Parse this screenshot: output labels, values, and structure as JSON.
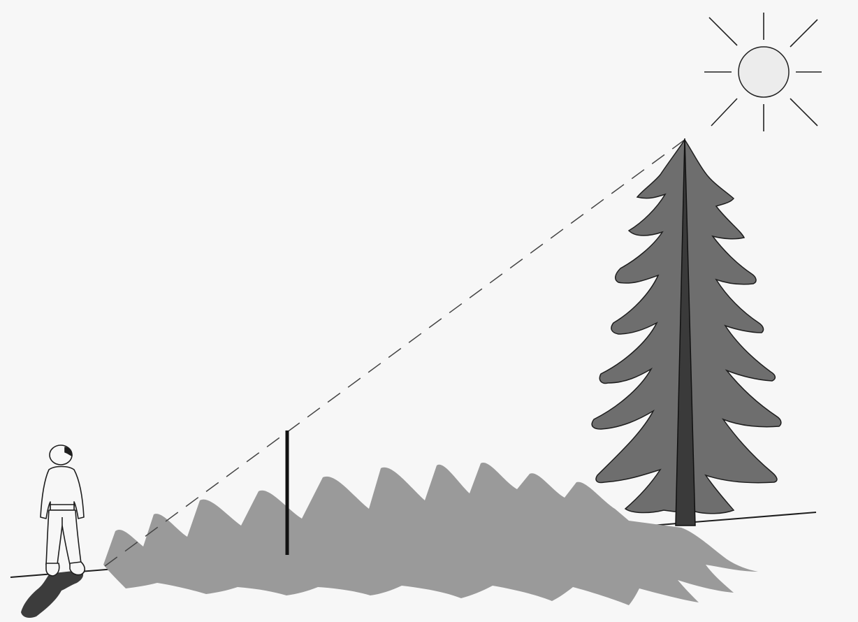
{
  "diagram": {
    "scene": "shadow-height-measurement",
    "elements": [
      "sun-icon",
      "tree",
      "tree-shadow",
      "measuring-stick",
      "person",
      "person-shadow",
      "ground-line",
      "sight-line"
    ],
    "colors": {
      "background": "#f7f7f7",
      "tree_fill": "#6e6e6e",
      "trunk_fill": "#3a3a3a",
      "shadow_fill": "#9a9a9a",
      "sun_fill": "#ececec",
      "outline": "#1e1e1e",
      "person_shadow": "#3c3c3c"
    },
    "line_styles": {
      "sight_line": "dashed",
      "ground_line": "solid"
    }
  }
}
